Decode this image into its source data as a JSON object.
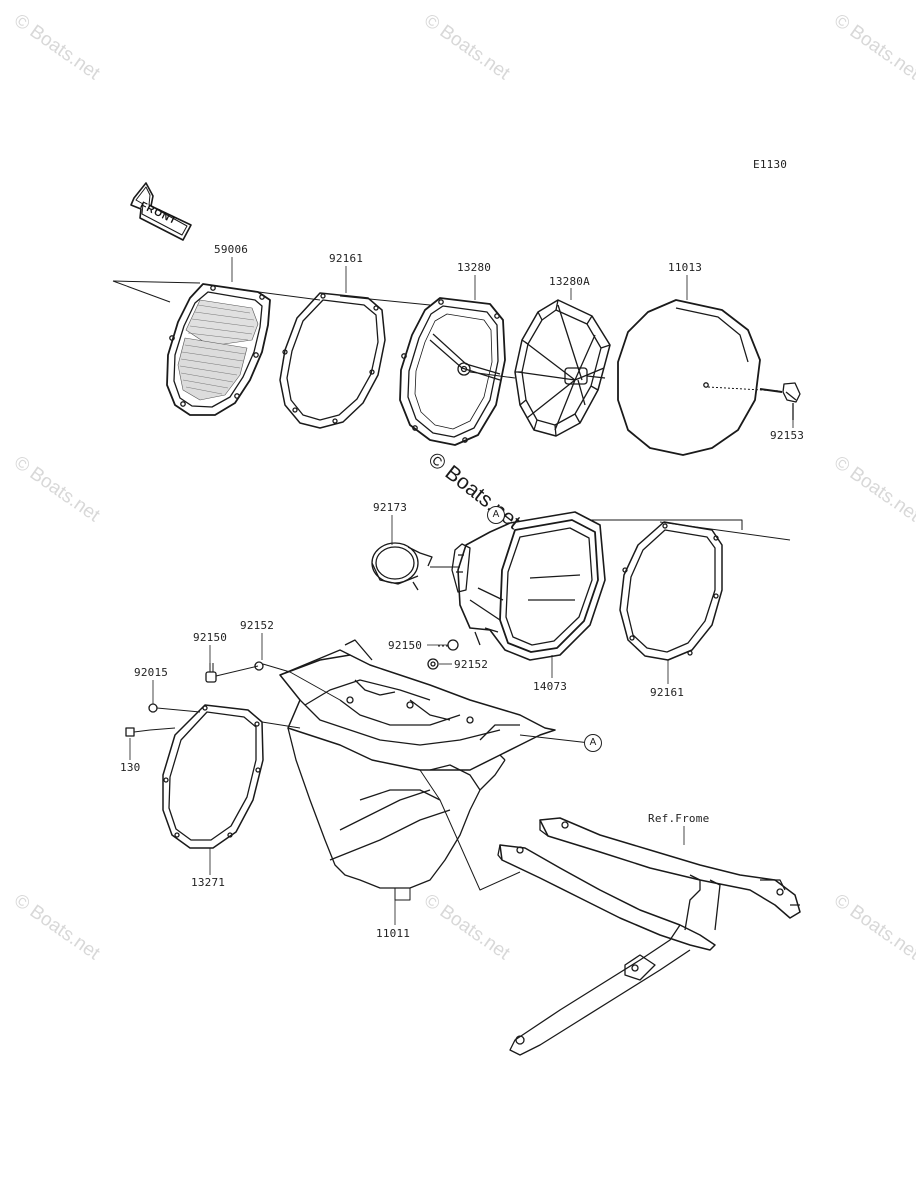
{
  "diagram_code": "E1130",
  "front_label": "FRONT",
  "ref_label": "Ref.Frome",
  "watermark": "© Boats.net",
  "callout": "A",
  "parts": {
    "p59006": "59006",
    "p92161_top": "92161",
    "p13280": "13280",
    "p13280A": "13280A",
    "p11013": "11013",
    "p92153": "92153",
    "p92173": "92173",
    "p14073": "14073",
    "p92161_mid": "92161",
    "p92152_a": "92152",
    "p92150_a": "92150",
    "p92150_b": "92150",
    "p92152_b": "92152",
    "p92015": "92015",
    "p130": "130",
    "p13271": "13271",
    "p11011": "11011"
  }
}
